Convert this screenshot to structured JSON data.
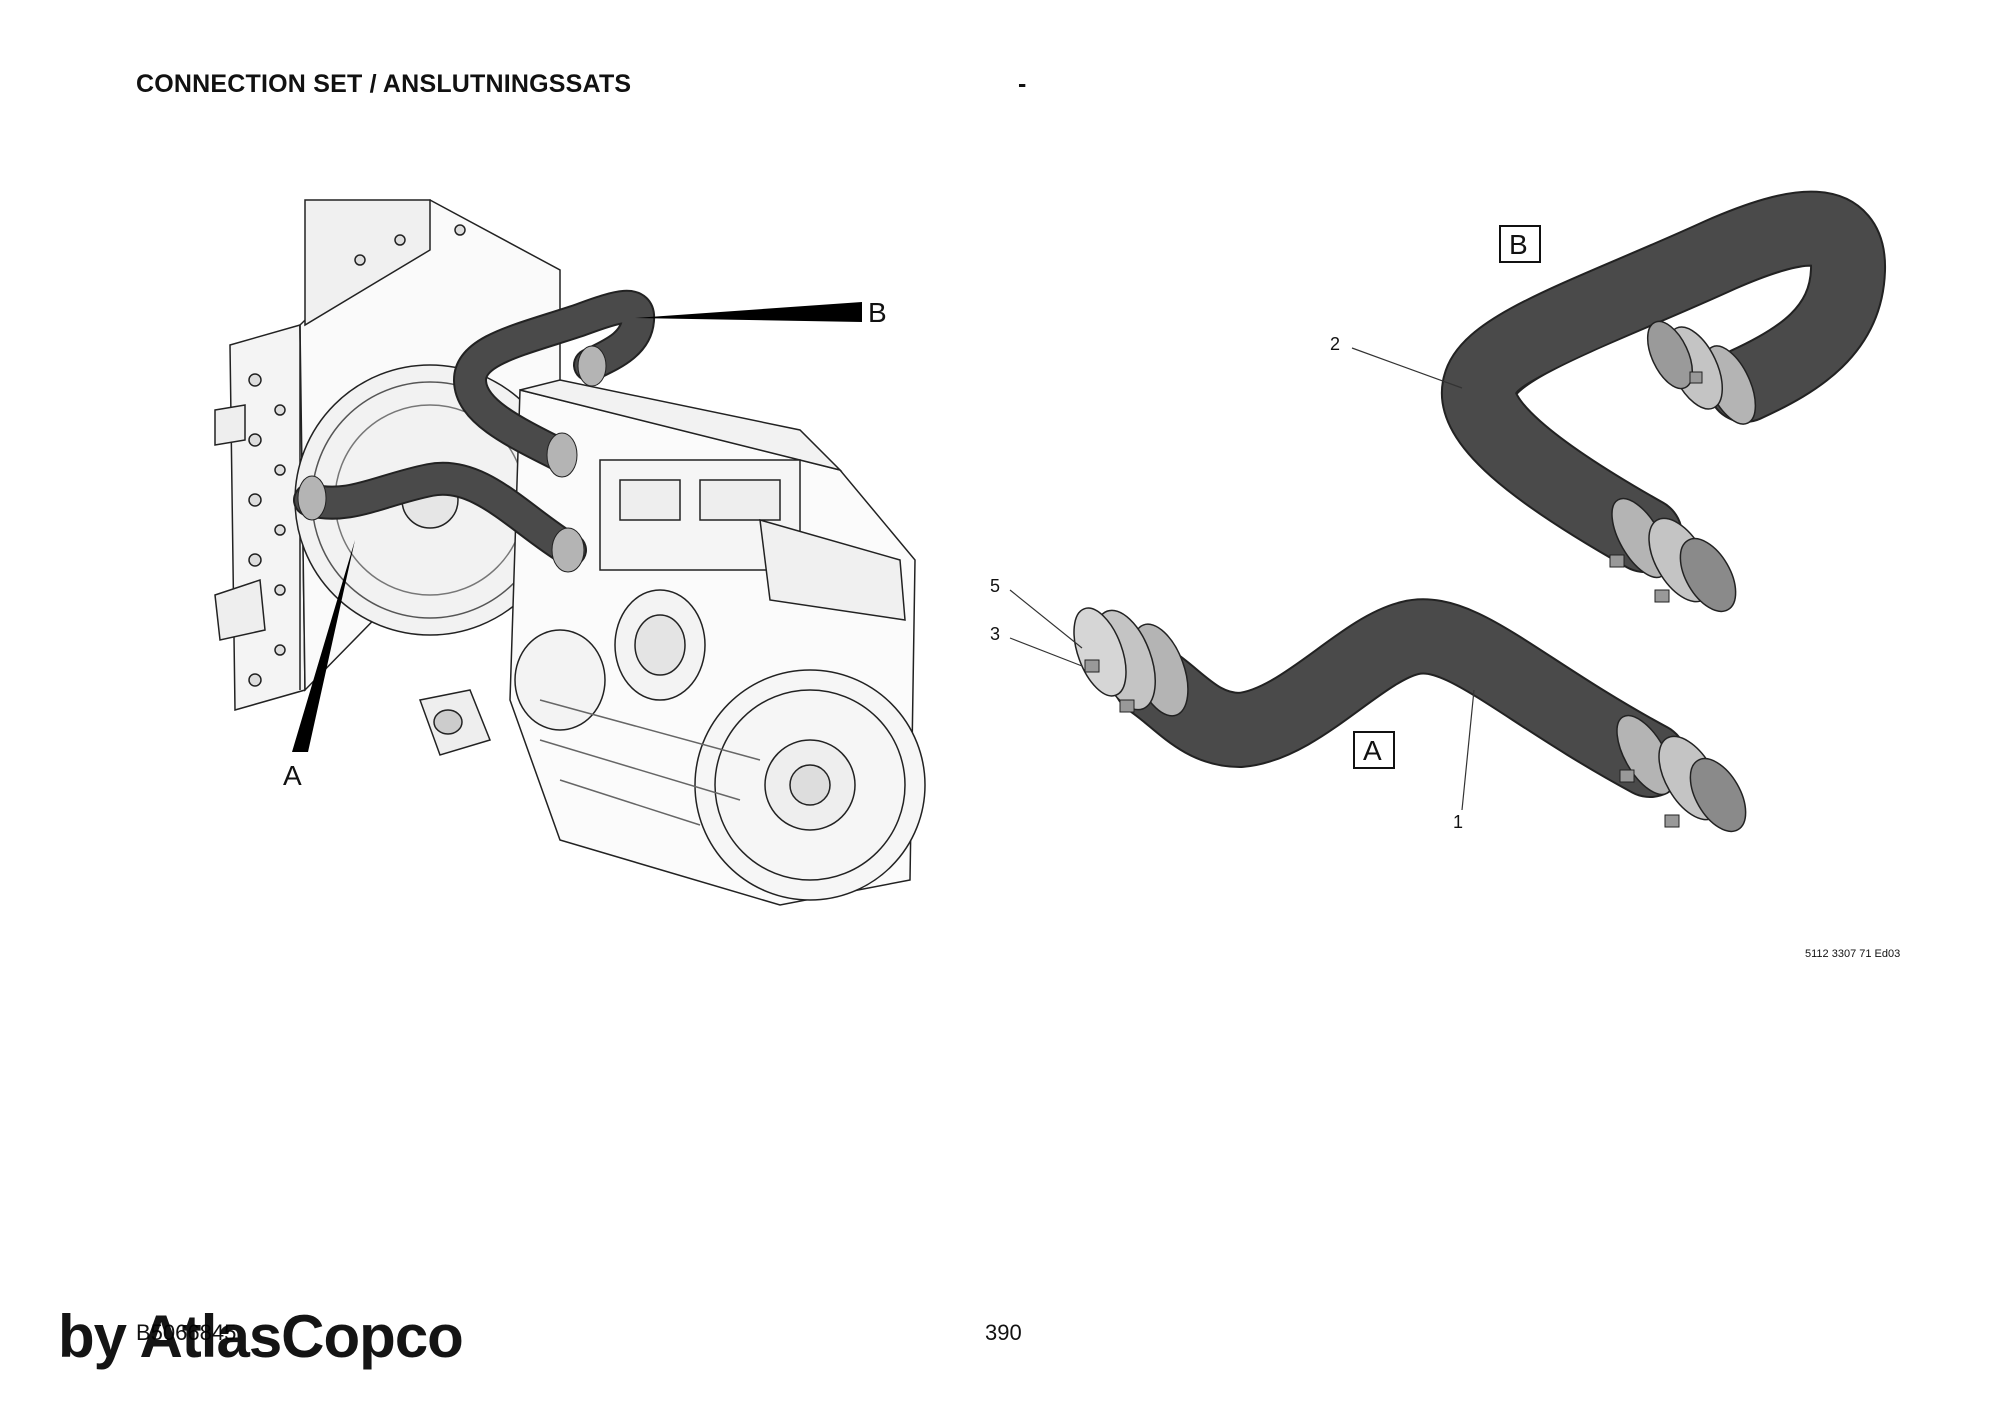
{
  "header": {
    "title": "CONNECTION SET / ANSLUTNINGSSATS",
    "dash": "-"
  },
  "overview": {
    "label_a": "A",
    "label_b": "B"
  },
  "detail": {
    "view_a": "A",
    "view_b": "B",
    "callouts": [
      "1",
      "2",
      "3",
      "5"
    ]
  },
  "footer": {
    "drawing_code": "5112 3307 71 Ed03",
    "doc_number": "B5066845",
    "page_number": "390",
    "watermark": "by AtlasCopco"
  },
  "colors": {
    "hose": "#4a4a4a",
    "clamp": "#b4b4b4",
    "line": "#222222"
  }
}
